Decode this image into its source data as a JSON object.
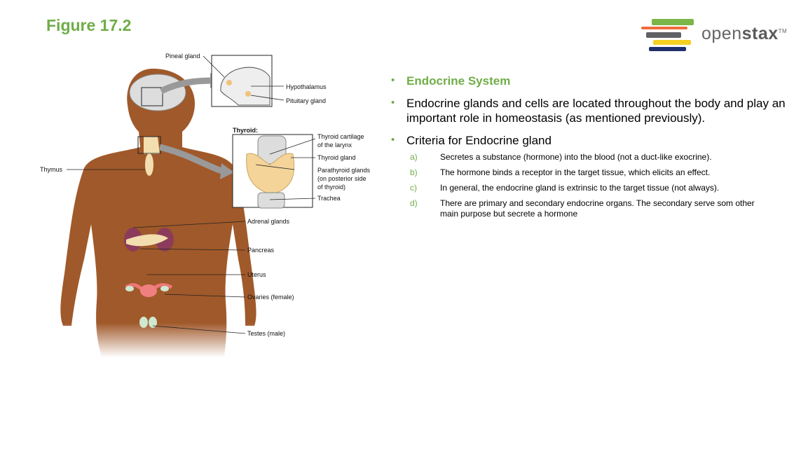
{
  "title": "Figure 17.2",
  "logo": {
    "text_light": "open",
    "text_bold": "stax",
    "tm": "TM",
    "colors": [
      "#7ab648",
      "#f06c3c",
      "#606164",
      "#f5d020",
      "#1f2f6b"
    ]
  },
  "bullets": [
    {
      "text": "Endocrine System"
    },
    {
      "text": "Endocrine glands and cells are located throughout the body and play an important role in homeostasis (as mentioned previously)."
    },
    {
      "text": "Criteria for Endocrine gland"
    }
  ],
  "criteria": [
    {
      "letter": "a)",
      "text": "Secretes a substance (hormone) into the blood (not a duct-like exocrine)."
    },
    {
      "letter": "b)",
      "text": "The hormone binds a receptor in the target tissue, which elicits an effect."
    },
    {
      "letter": "c)",
      "text": "In general, the endocrine gland is extrinsic to the target tissue (not always)."
    },
    {
      "letter": "d)",
      "text": "There are primary and secondary endocrine organs. The secondary serve som other main purpose but secrete a hormone"
    }
  ],
  "figure": {
    "labels": {
      "pineal": "Pineal gland",
      "hypothalamus": "Hypothalamus",
      "pituitary": "Pituitary gland",
      "thyroid_heading": "Thyroid:",
      "cartilage": "Thyroid cartilage",
      "cartilage2": "of the larynx",
      "thyroid_gland": "Thyroid gland",
      "parathyroid": "Parathyroid glands",
      "parathyroid2": "(on posterior side",
      "parathyroid3": "of thyroid)",
      "trachea": "Trachea",
      "thymus": "Thymus",
      "adrenal": "Adrenal glands",
      "pancreas": "Pancreas",
      "uterus": "Uterus",
      "ovaries": "Ovaries (female)",
      "testes": "Testes (male)"
    }
  }
}
